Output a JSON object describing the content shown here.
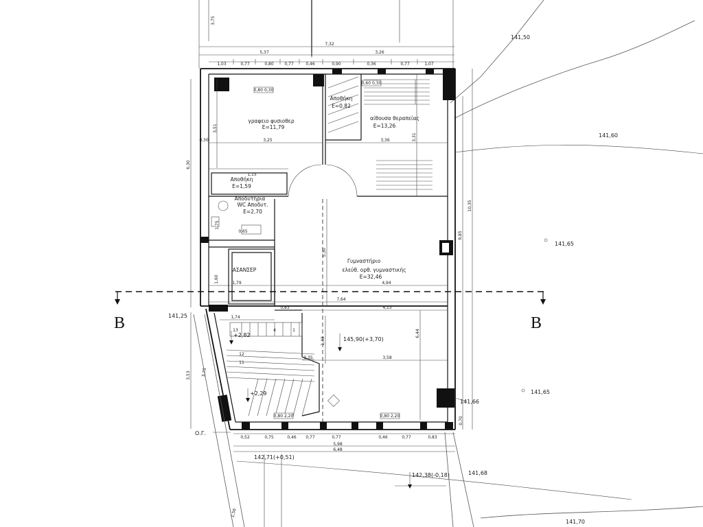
{
  "section_marks": {
    "left": "B",
    "right": "B"
  },
  "building_line_label": "Ο.Γ.",
  "elevations": [
    "141,50",
    "141,60",
    "141,65",
    "141,65",
    "141,66",
    "141,68",
    "141,70",
    "141,25"
  ],
  "levels": {
    "gym_floor": "145,90(+3,70)",
    "landing_upper": "+2,82",
    "landing_lower": "+2,29",
    "entrance": "142,71(+0,51)",
    "sidewalk": "142,38(-0,18)"
  },
  "rooms": {
    "office": {
      "name": "γραφειο φυσιοθερ",
      "area": "Ε=11,79"
    },
    "storage_small": {
      "name": "Αποθήκη",
      "area": "Ε=0,82"
    },
    "therapy": {
      "name": "αίθουσα θεραπείας",
      "area": "Ε=13,26"
    },
    "storage": {
      "name": "Αποθήκη",
      "area": "Ε=1,59"
    },
    "wc": {
      "name": "Αποδυτήρια",
      "name2": "WC Αποδυτ.",
      "area": "Ε=2,70"
    },
    "elevator": {
      "name": "ΑΣΑΝΣΕΡ"
    },
    "gym": {
      "name": "Γυμναστήριο",
      "subtitle": "ελεύθ. ορθ. γυμναστικής",
      "area": "Ε=32,46"
    }
  },
  "dimensions": [
    "3,75",
    "7,32",
    "5,37",
    "3,26",
    "1,03",
    "0,77",
    "0,80",
    "0,77",
    "0,46",
    "0,90",
    "0,36",
    "0,77",
    "1,07",
    "0,80 0,30",
    "0,60 0,30",
    "3,51",
    "0,30",
    "3,25",
    "3,36",
    "6,30",
    "3,31",
    "10,35",
    "9,85",
    "1,15",
    "1,75",
    "0,65",
    "5,30",
    "1,60",
    "1,79",
    "4,94",
    "7,64",
    "0,83",
    "4,13",
    "1,74",
    "6,44",
    "1,43",
    "3,58",
    "0,35",
    "3,53",
    "3,75",
    "0,80 2,20",
    "0,80 2,20",
    "0,52",
    "0,75",
    "0,46",
    "0,77",
    "0,77",
    "0,46",
    "0,77",
    "0,83",
    "5,98",
    "6,48",
    "0,70",
    "1,56"
  ],
  "stair_numbers": [
    "13",
    "4",
    "1",
    "12",
    "11"
  ]
}
